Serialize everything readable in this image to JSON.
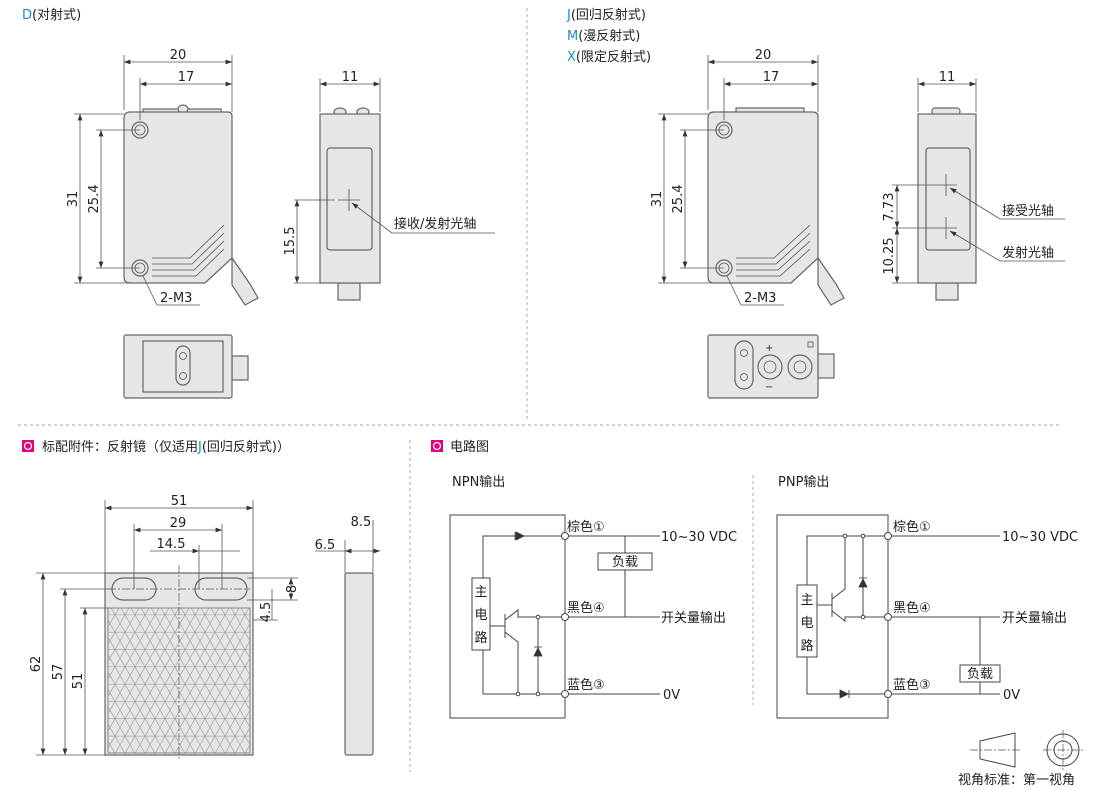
{
  "colors": {
    "accent_blue": "#1a8ad4",
    "section_marker": "#e4007f",
    "body_fill": "#e6e6e6"
  },
  "top_left": {
    "code": "D",
    "title": "(对射式)",
    "dims": {
      "w20": "20",
      "w17": "17",
      "h31": "31",
      "h25": "25.4",
      "side_w": "11",
      "axis_h": "15.5"
    },
    "hole_label": "2-M3",
    "axis_label": "接收/发射光轴"
  },
  "top_right": {
    "titles": [
      {
        "code": "J",
        "text": "(回归反射式)"
      },
      {
        "code": "M",
        "text": "(漫反射式)"
      },
      {
        "code": "X",
        "text": "(限定反射式)"
      }
    ],
    "dims": {
      "w20": "20",
      "w17": "17",
      "h31": "31",
      "h25": "25.4",
      "side_w": "11",
      "d1": "7.73",
      "d2": "10.25"
    },
    "hole_label": "2-M3",
    "receive_label": "接受光轴",
    "emit_label": "发射光轴"
  },
  "reflector": {
    "title_pre": "标配附件：反射镜（仅适用",
    "title_code": "J",
    "title_post": "(回归反射式)）",
    "dims": {
      "w51": "51",
      "w29": "29",
      "w145": "14.5",
      "h62": "62",
      "h57": "57",
      "h51": "51",
      "h8": "8",
      "h45": "4.5",
      "t85": "8.5",
      "t65": "6.5"
    }
  },
  "circuit": {
    "title": "电路图",
    "npn": {
      "title": "NPN输出",
      "brown": "棕色①",
      "black": "黑色④",
      "blue": "蓝色③",
      "vdc": "10~30 VDC",
      "out": "开关量输出",
      "zero": "0V",
      "load": "负载",
      "main": [
        "主",
        "电",
        "路"
      ]
    },
    "pnp": {
      "title": "PNP输出",
      "brown": "棕色①",
      "black": "黑色④",
      "blue": "蓝色③",
      "vdc": "10~30 VDC",
      "out": "开关量输出",
      "zero": "0V",
      "load": "负载",
      "main": [
        "主",
        "电",
        "路"
      ]
    }
  },
  "view_standard": "视角标准：第一视角"
}
